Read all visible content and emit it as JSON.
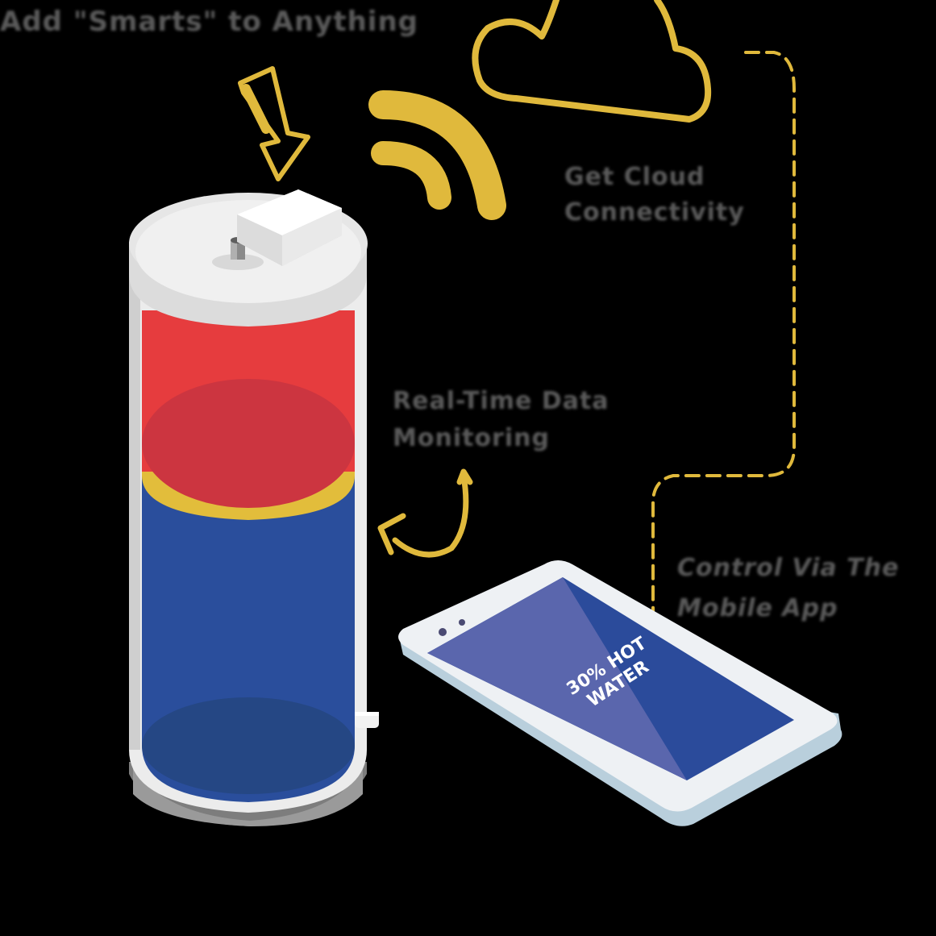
{
  "labels": {
    "top_caption": "Add \"Smarts\" to Anything",
    "cloud_caption_line1": "Get Cloud",
    "cloud_caption_line2": "Connectivity",
    "tank_caption_line1": "Real-Time Data",
    "tank_caption_line2": "Monitoring",
    "app_caption_line1": "Control Via The",
    "app_caption_line2": "Mobile App"
  },
  "phone": {
    "screen_line1": "30% HOT",
    "screen_line2": "WATER"
  },
  "tank": {
    "hot_fraction_percent": 30
  },
  "icons": [
    "down-arrow-icon",
    "wifi-icon",
    "cloud-icon",
    "curved-arrow-icon",
    "dashed-connector"
  ],
  "colors": {
    "background": "#000000",
    "hot_water": "#e63c3e",
    "hot_water_shade": "#cc3540",
    "divider_band": "#e2bd3b",
    "cold_water": "#2a4e9c",
    "cold_water_shade": "#254784",
    "tank_shell": "#e8e8e8",
    "accent_yellow": "#e0b93c",
    "label_gray": "#5a5a5a",
    "phone_screen_light": "#5a66ad",
    "phone_screen_dark": "#2b4b9b"
  }
}
